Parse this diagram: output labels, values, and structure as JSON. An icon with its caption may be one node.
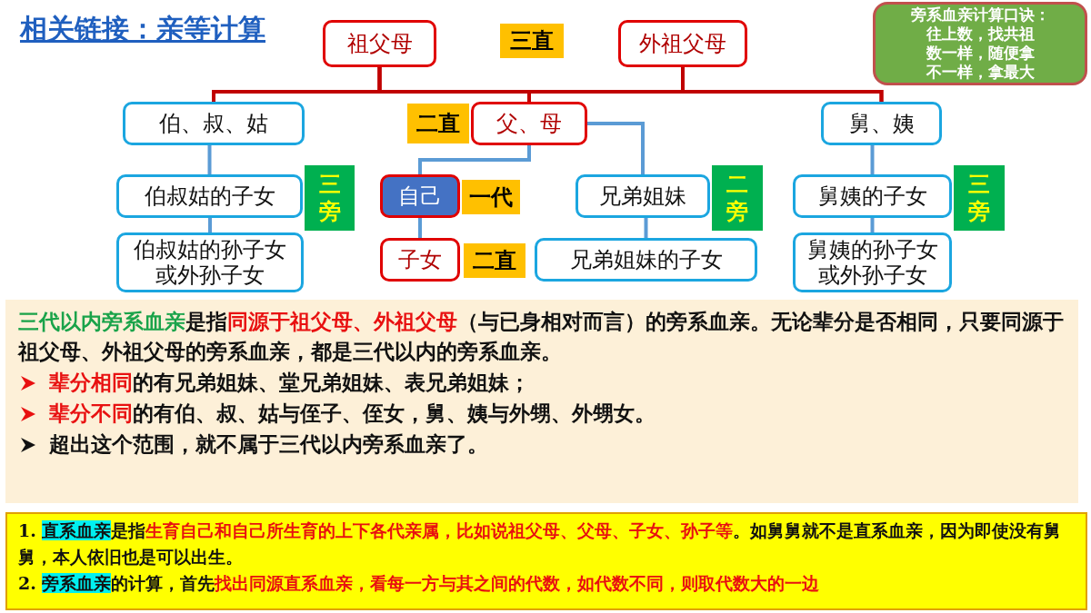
{
  "diagram": {
    "title": "相关链接：亲等计算",
    "nodes": [
      {
        "text": [
          "祖父母"
        ]
      },
      {
        "text": [
          "外祖父母"
        ]
      },
      {
        "text": [
          "伯、叔、姑"
        ]
      },
      {
        "text": [
          "父、母"
        ],
        "beside": [
          "二直"
        ]
      },
      {
        "text": [
          "舅、姨"
        ]
      },
      {
        "text": [
          "伯叔姑的子女"
        ],
        "beside": [
          "三旁"
        ]
      },
      {
        "text": [
          "自己"
        ],
        "beside": [
          "一代"
        ]
      },
      {
        "text": [
          "兄弟姐妹"
        ],
        "beside": [
          "二旁"
        ]
      },
      {
        "text": [
          "舅姨的子女"
        ],
        "beside": [
          "三旁"
        ]
      },
      {
        "text": [
          "伯叔姑的孙子女或外孙子女"
        ]
      },
      {
        "text": [
          "子女"
        ],
        "beside": [
          "二直"
        ]
      },
      {
        "text": [
          "兄弟姐妹的子女"
        ]
      },
      {
        "text": [
          "舅姨的孙子女或外孙子女"
        ]
      },
      {
        "text": [
          "旁系血亲计算口诀：",
          "往上数，找共祖",
          "数一样，随便拿",
          "不一样，拿最大"
        ]
      }
    ],
    "edges": [
      {
        "from": 0,
        "to": 2,
        "arrow": "none",
        "color": "#c00000"
      },
      {
        "from": 0,
        "to": 3,
        "arrow": "none",
        "color": "#c00000"
      },
      {
        "from": 0,
        "to": 4,
        "arrow": "none",
        "color": "#c00000"
      },
      {
        "from": 1,
        "to": 2,
        "arrow": "none",
        "color": "#c00000"
      },
      {
        "from": 1,
        "to": 3,
        "arrow": "none",
        "color": "#c00000"
      },
      {
        "from": 1,
        "to": 4,
        "arrow": "none",
        "color": "#c00000"
      },
      {
        "from": 2,
        "to": 5,
        "arrow": "none"
      },
      {
        "from": 3,
        "to": 6,
        "arrow": "none"
      },
      {
        "from": 3,
        "to": 7,
        "arrow": "none"
      },
      {
        "from": 4,
        "to": 8,
        "arrow": "none"
      },
      {
        "from": 5,
        "to": 9,
        "arrow": "none"
      },
      {
        "from": 6,
        "to": 10,
        "arrow": "none"
      },
      {
        "from": 7,
        "to": 11,
        "arrow": "none"
      },
      {
        "from": 8,
        "to": 12,
        "arrow": "none"
      }
    ],
    "labels": [
      "三直",
      "**三代以内旁系血亲**是指**同源于祖父母、外祖父母**（与已身相对而言）的旁系血亲。无论辈分是否相同，只要同源于祖父母、外祖父母的旁系血亲，都是三代以内的旁系血亲。",
      "**辈分相同**的有兄弟姐妹、堂兄弟姐妹、表兄弟姐妹；",
      "**辈分不同**的有伯、叔、姑与侄子、侄女，舅、姨与外甥、外甥女。",
      "超出这个范围，就不属于三代以内旁系血亲了。",
      "1. **直系血亲**是指**生育自己和自己所生育的上下各代亲属，比如说祖父母、父母、子女、孙子等**。如舅舅就不是直系血亲，因为即使没有舅舅，本人依旧也是可以出生。",
      "2. **旁系血亲**的计算，首先**找出同源直系血亲，看每一方与其之间的代数，如代数不同，则取代数大的一边**"
    ]
  }
}
